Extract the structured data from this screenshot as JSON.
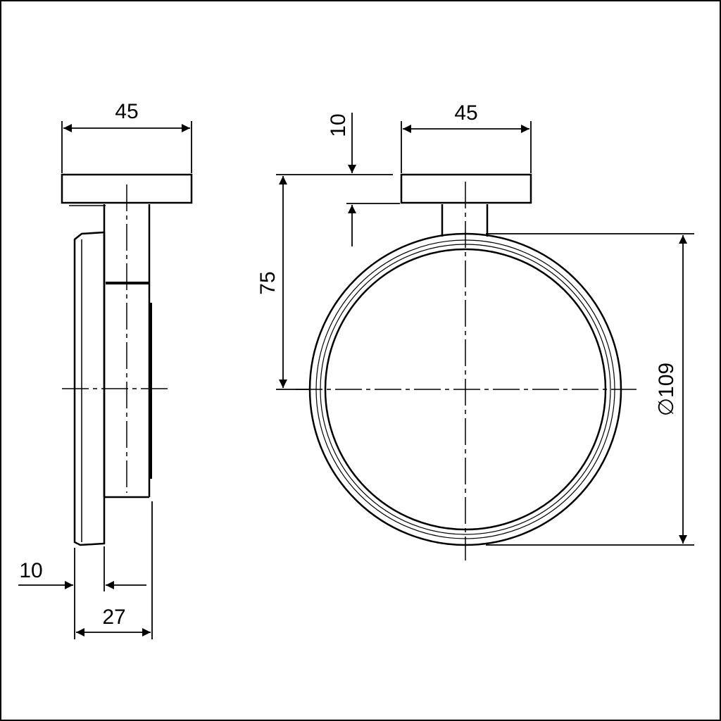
{
  "drawing": {
    "colors": {
      "line": "#000000",
      "background": "#ffffff"
    },
    "dimensions": {
      "side_width": "45",
      "front_width": "45",
      "plate_thickness": "10",
      "center_height": "75",
      "diameter": "109",
      "diameter_symbol": "∅",
      "ring_thickness": "10",
      "depth": "27"
    }
  }
}
